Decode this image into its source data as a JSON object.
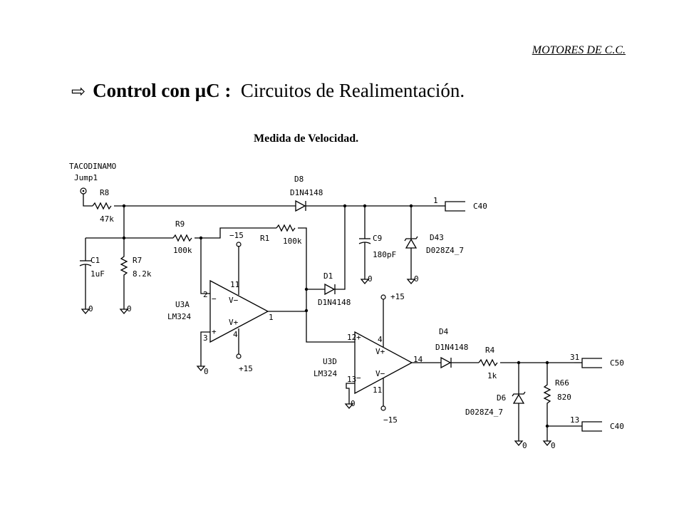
{
  "header": {
    "section": "MOTORES DE C.C."
  },
  "title": {
    "arrow": "⇨",
    "bold_part": "Control con µC :",
    "normal_part": "Circuitos de Realimentación."
  },
  "subtitle": "Medida de Velocidad.",
  "schematic": {
    "labels": {
      "tacodinamo": "TACODINAMO",
      "jump1": "Jump1",
      "r8_name": "R8",
      "r8_val": "47k",
      "c1_name": "C1",
      "c1_val": "1uF",
      "r7_name": "R7",
      "r7_val": "8.2k",
      "r9_name": "R9",
      "r9_val": "100k",
      "r1_name": "R1",
      "r1_val": "100k",
      "d8_name": "D8",
      "d8_val": "D1N4148",
      "d1_name": "D1",
      "d1_val": "D1N4148",
      "c9_name": "C9",
      "c9_val": "180pF",
      "d43_name": "D43",
      "d43_val": "D028Z4_7",
      "u3a_name": "U3A",
      "u3a_val": "LM324",
      "u3d_name": "U3D",
      "u3d_val": "LM324",
      "d4_name": "D4",
      "d4_val": "D1N4148",
      "r4_name": "R4",
      "r4_val": "1k",
      "d6_name": "D6",
      "d6_val": "D028Z4_7",
      "r66_name": "R66",
      "r66_val": "820",
      "conn_c40_top": "C40",
      "conn_c50": "C50",
      "conn_c40_bot": "C40",
      "pin1": "1",
      "pin31": "31",
      "pin13": "13",
      "u3a_pin2": "2",
      "u3a_pin3": "3",
      "u3a_pin11": "11",
      "u3a_pin4": "4",
      "u3a_pin1": "1",
      "u3a_minus": "−",
      "u3a_plus": "+",
      "u3a_vminus": "V−",
      "u3a_vplus": "V+",
      "u3d_pin12": "12",
      "u3d_pin13": "13",
      "u3d_pin4": "4",
      "u3d_pin11": "11",
      "u3d_pin14": "14",
      "u3d_plus": "+",
      "u3d_minus": "−",
      "u3d_vplus": "V+",
      "u3d_vminus": "V−",
      "v_neg15_a": "−15",
      "v_pos15_a": "+15",
      "v_pos15_b": "+15",
      "v_neg15_b": "−15",
      "gnd": "0"
    }
  }
}
